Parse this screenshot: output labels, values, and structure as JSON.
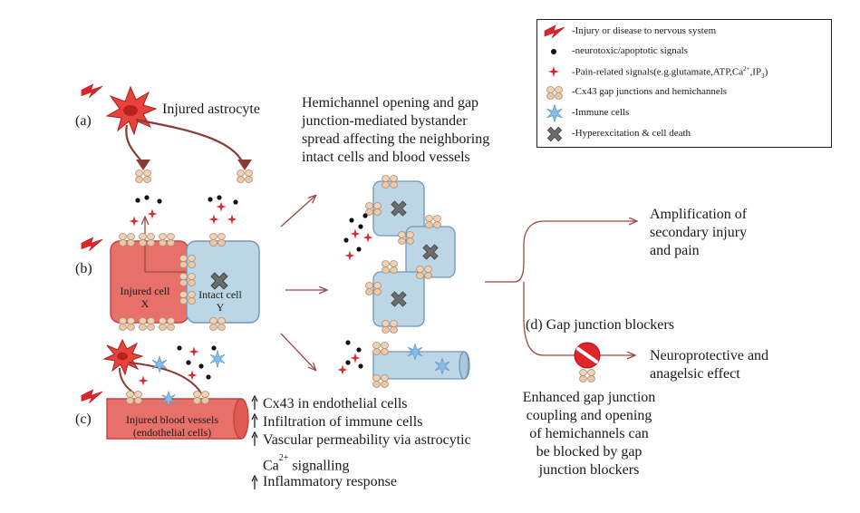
{
  "legend": {
    "items": [
      {
        "icon": "lightning-bolt-icon",
        "text": "-Injury or disease to nervous system"
      },
      {
        "icon": "black-dot-icon",
        "text": "-neurotoxic/apoptotic signals"
      },
      {
        "icon": "red-star-icon",
        "text_prefix": "-Pain-related signals(e.g.glutamate,ATP,Ca",
        "sup": "2+",
        "text_mid": ",IP",
        "sub": "3",
        "text_end": ")"
      },
      {
        "icon": "gap-junction-icon",
        "text": "-Cx43 gap junctions and hemichannels"
      },
      {
        "icon": "immune-cell-icon",
        "text": "-Immune cells"
      },
      {
        "icon": "cross-icon",
        "text": "-Hyperexcitation & cell death"
      }
    ]
  },
  "panels": {
    "a": "(a)",
    "b": "(b)",
    "c": "(c)"
  },
  "labels": {
    "injured_astrocyte": "Injured astrocyte",
    "hemichannel_text": [
      "Hemichannel opening and gap",
      "junction-mediated bystander",
      "spread affecting the neighboring",
      "intact cells and blood vessels"
    ],
    "injured_cell": [
      "Injured cell",
      "X"
    ],
    "intact_cell": [
      "Intact cell",
      "Y"
    ],
    "blood_vessels": [
      "Injured blood vessels",
      "(endothelial cells)"
    ],
    "amplification": [
      "Amplification of",
      "secondary injury",
      "and pain"
    ],
    "gap_blockers": "(d) Gap junction blockers",
    "neuroprotective": [
      "Neuroprotective and",
      "anagelsic effect"
    ],
    "enhanced": [
      "Enhanced gap junction",
      "coupling and opening",
      "of hemichannels can",
      "be blocked by gap",
      "junction blockers"
    ],
    "effects": {
      "cx43": "Cx43 in endothelial cells",
      "infiltration": "Infiltration of immune cells",
      "vascular": "Vascular permeability via astrocytic",
      "ca": "Ca",
      "ca_sup": "2+",
      "signalling": " signalling",
      "inflammatory": "Inflammatory response"
    }
  },
  "colors": {
    "injured_red": "#e8706a",
    "injured_border": "#c9413c",
    "intact_blue": "#bcd6e6",
    "intact_border": "#6f97b8",
    "arrow": "#9a4a44",
    "star_red": "#e0242b",
    "junction": "#e8c9ae",
    "immune": "#7fb6e0"
  }
}
